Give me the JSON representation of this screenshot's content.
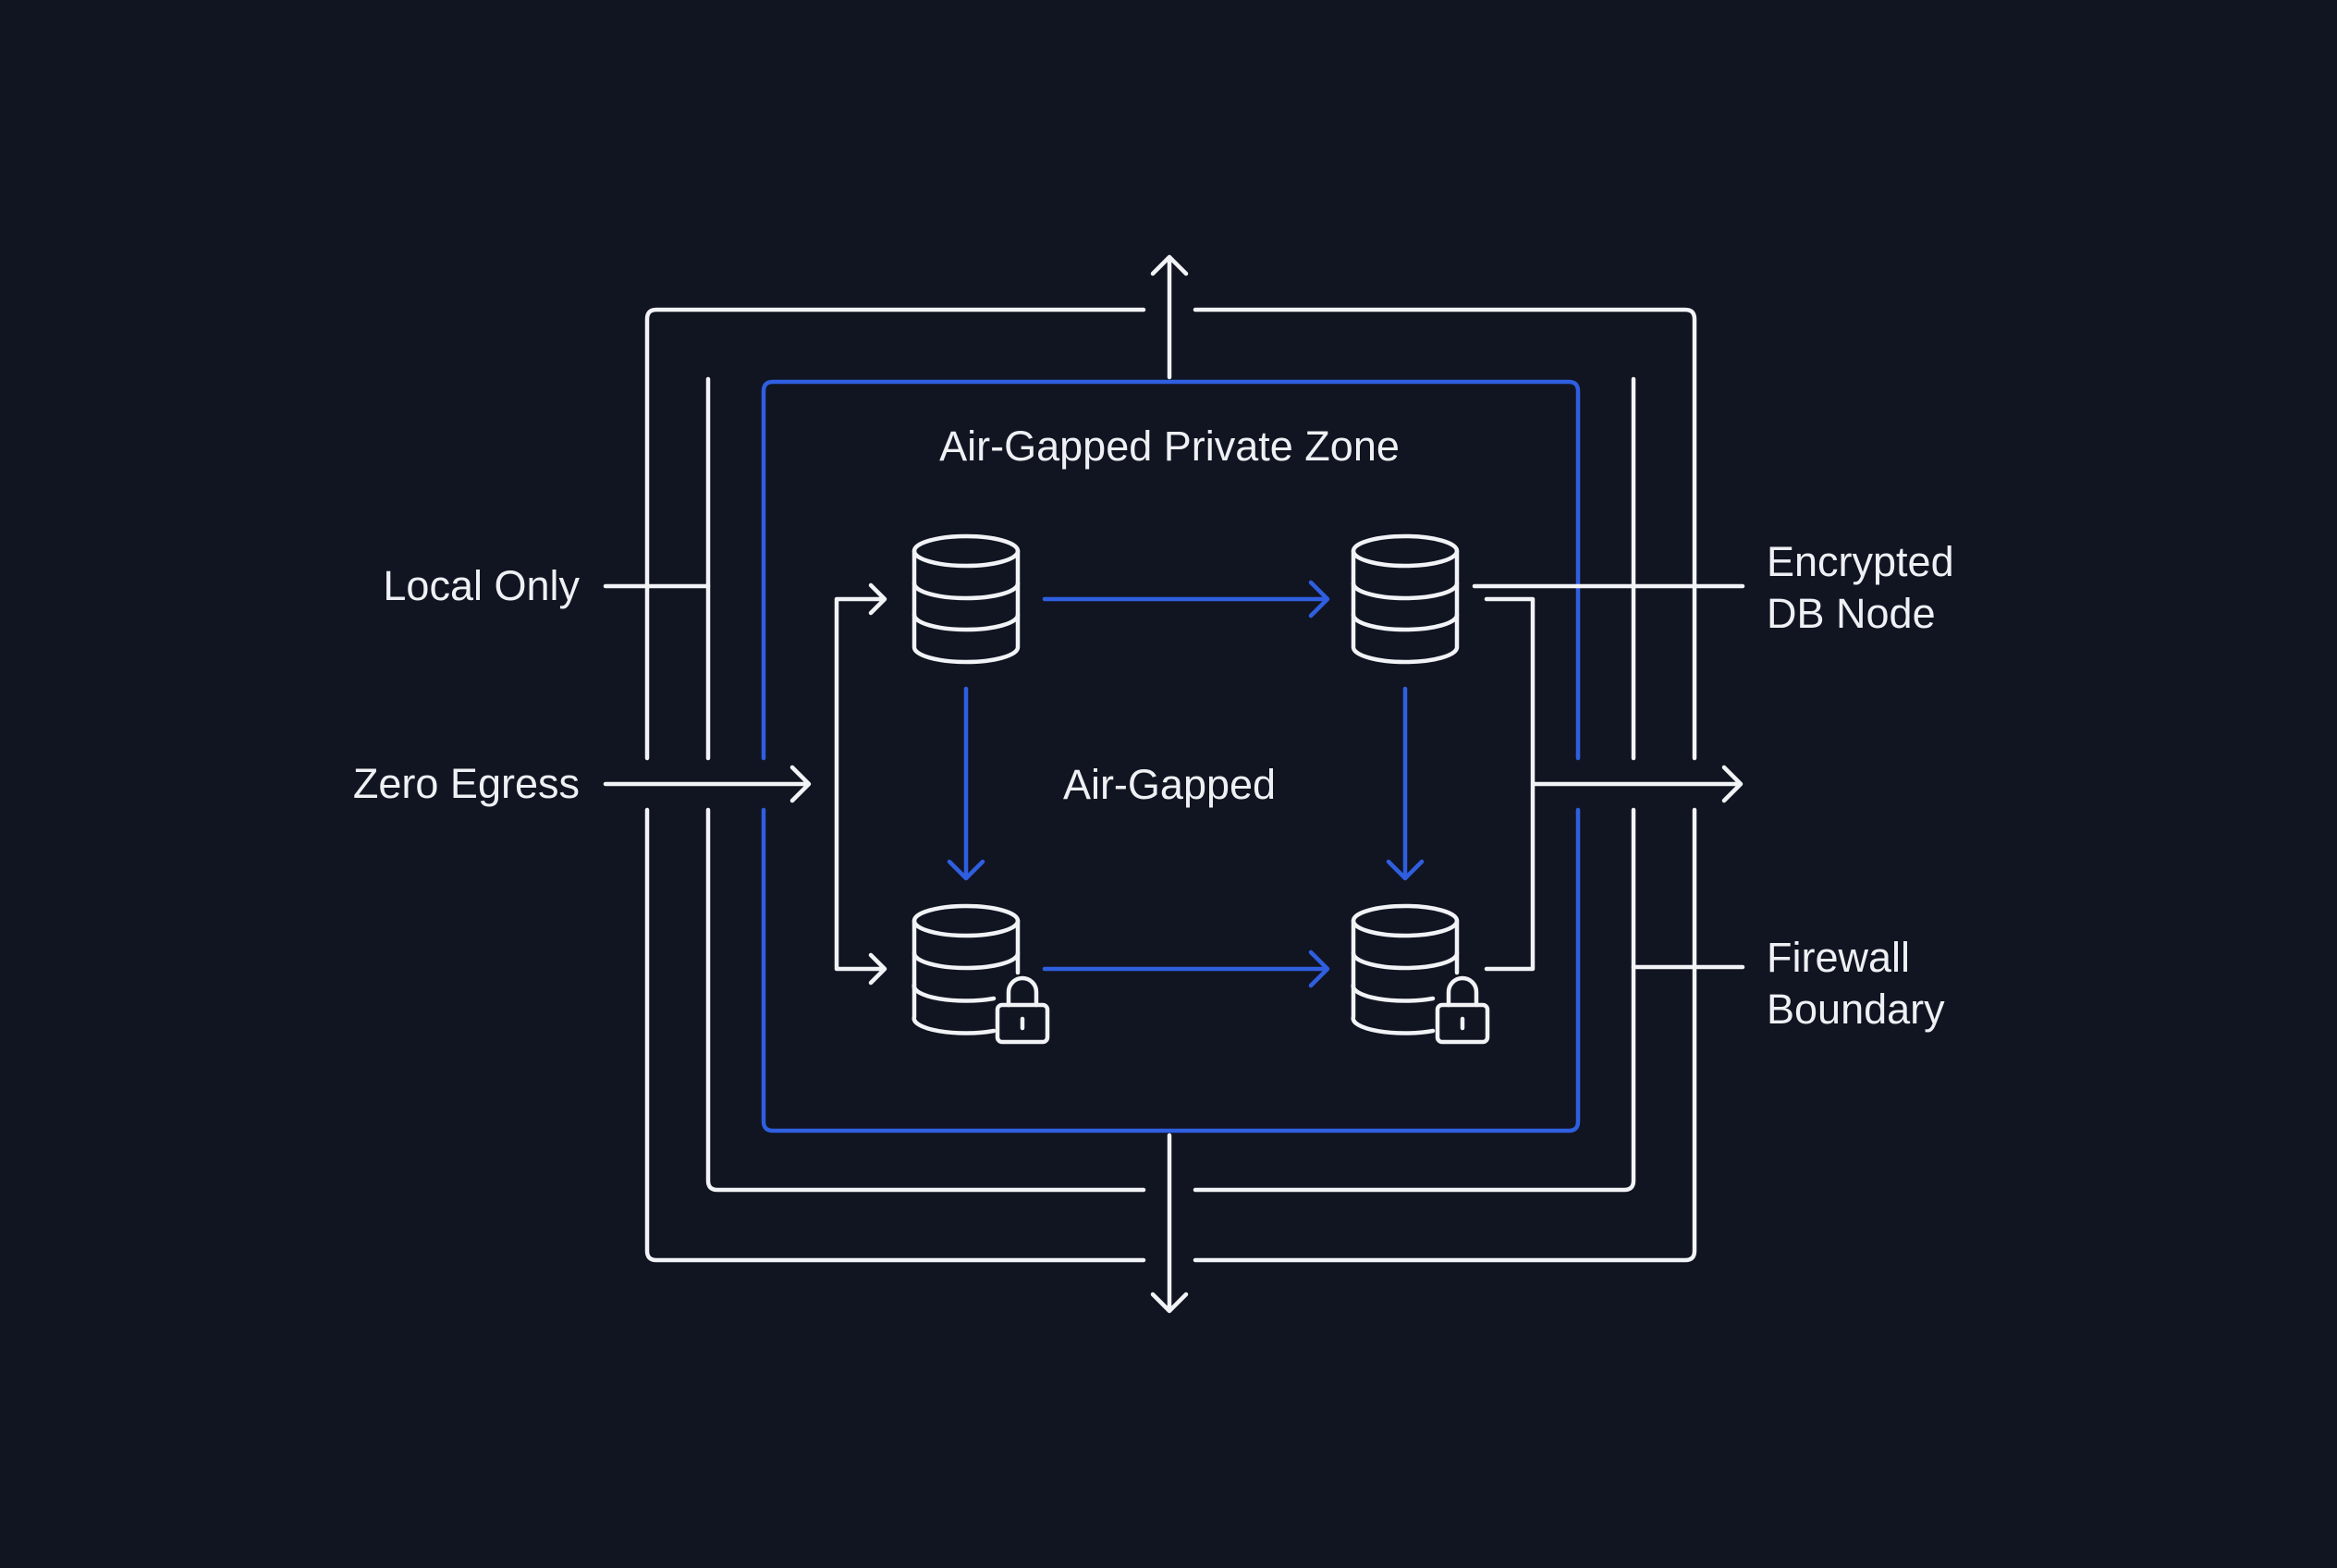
{
  "diagram": {
    "zone_title": "Air-Gapped Private Zone",
    "center_label": "Air-Gapped",
    "labels": {
      "local_only": "Local Only",
      "zero_egress": "Zero Egress",
      "encrypted_db_node_line1": "Encrypted",
      "encrypted_db_node_line2": "DB Node",
      "firewall_boundary_line1": "Firewall",
      "firewall_boundary_line2": "Boundary"
    },
    "nodes": [
      {
        "name": "database-top-left",
        "locked": false
      },
      {
        "name": "database-top-right",
        "locked": false
      },
      {
        "name": "database-bottom-left",
        "locked": true
      },
      {
        "name": "database-bottom-right",
        "locked": true
      }
    ],
    "colors": {
      "background": "#111522",
      "line": "#f2f3f6",
      "accent": "#2f5fe0"
    }
  }
}
